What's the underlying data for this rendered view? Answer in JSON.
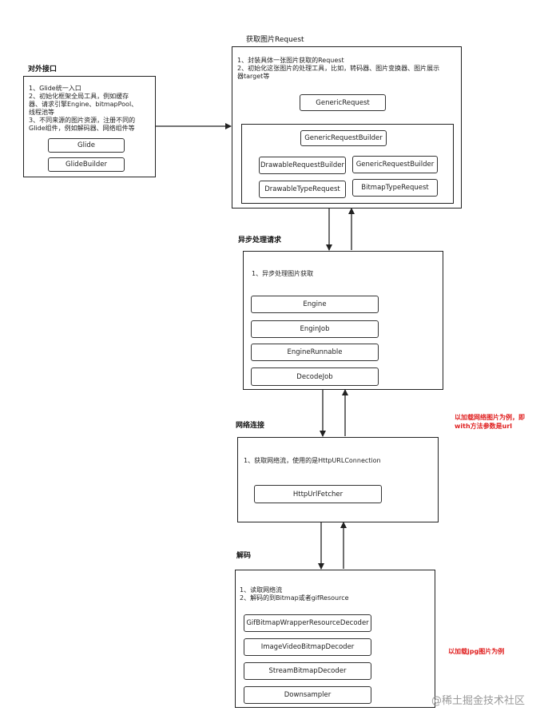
{
  "external": {
    "title": "对外接口",
    "desc": [
      "1、Glide统一入口",
      "2、初始化框架全局工具，例如缓存",
      "器、请求引擎Engine、bitmapPool、",
      "线程池等",
      "3、不同来源的图片资源，注册不同的",
      "Glide组件，例如解码器、网络组件等"
    ],
    "nodes": [
      "Glide",
      "GlideBuilder"
    ]
  },
  "request": {
    "title": "获取图片Request",
    "desc": [
      "1、封装具体一张图片获取的Request",
      "2、初始化这张图片的处理工具，比如，转码器、图片变换器、图片展示",
      "器target等"
    ],
    "generic": "GenericRequest",
    "builders": {
      "top": "GenericRequestBuilder",
      "grid": [
        "DrawableRequestBuilder",
        "GenericRequestBuilder",
        "DrawableTypeRequest",
        "BitmapTypeRequest"
      ]
    }
  },
  "async": {
    "title": "异步处理请求",
    "desc": [
      "1、异步处理图片获取"
    ],
    "nodes": [
      "Engine",
      "EnginJob",
      "EngineRunnable",
      "DecodeJob"
    ]
  },
  "network": {
    "title": "网络连接",
    "desc": [
      "1、获取网络流，使用的是HttpURLConnection"
    ],
    "nodes": [
      "HttpUrlFetcher"
    ]
  },
  "decode": {
    "title": "解码",
    "desc": [
      "1、读取网络流",
      "2、解码的到Bitmap或者gifResource"
    ],
    "nodes": [
      "GifBitmapWrapperResourceDecoder",
      "ImageVideoBitmapDecoder",
      "StreamBitmapDecoder",
      "Downsampler"
    ]
  },
  "notes": {
    "network_note": [
      "以加载网络图片为例，即",
      "with方法参数是url"
    ],
    "decode_note": "以加载jpg图片为例"
  },
  "watermark": "@稀土掘金技术社区"
}
